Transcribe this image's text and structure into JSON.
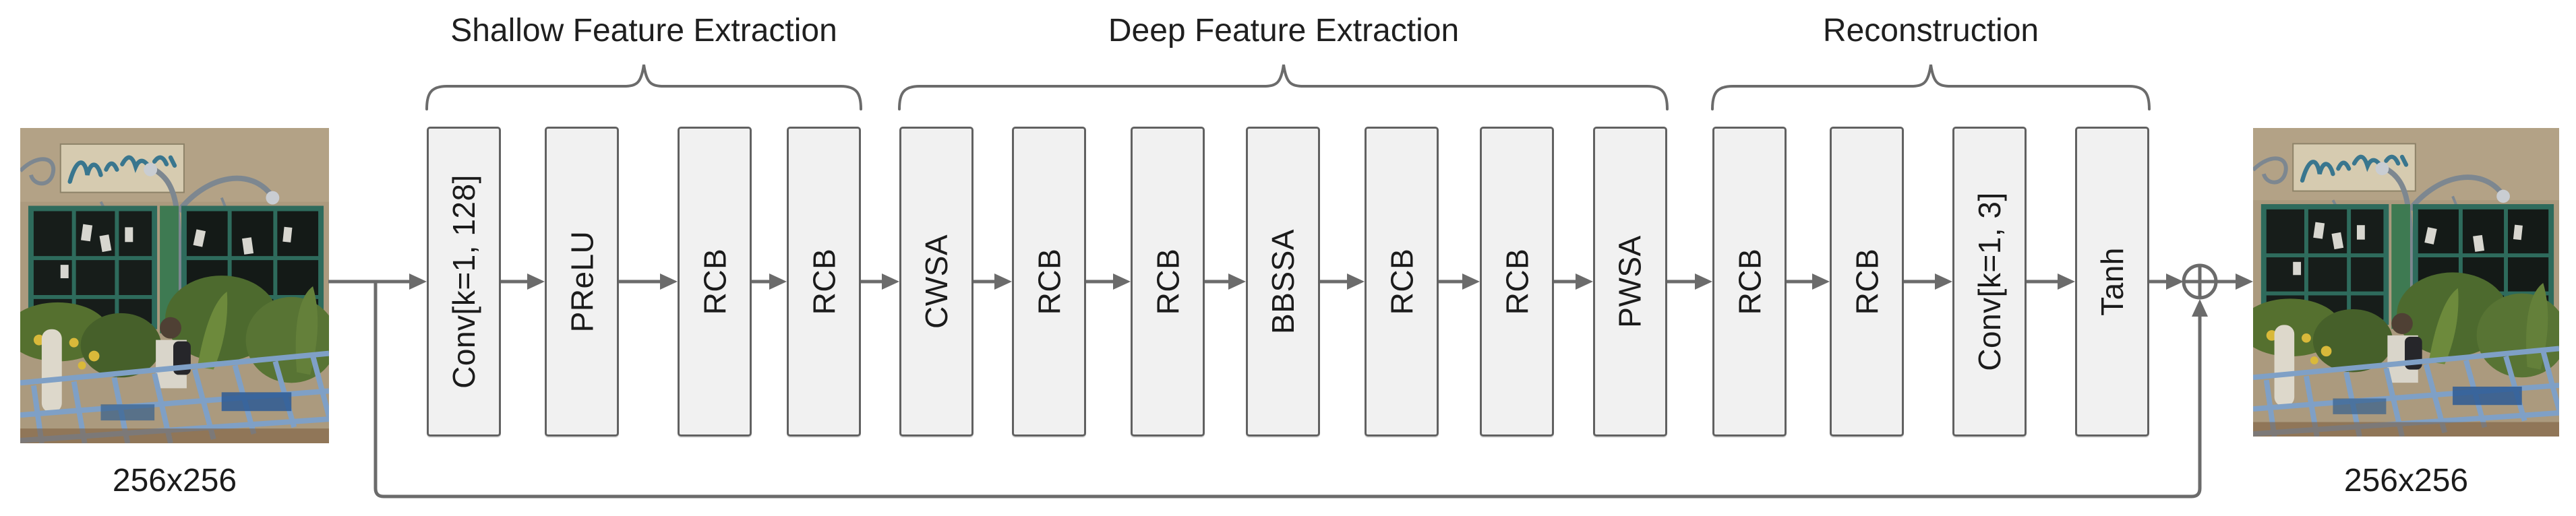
{
  "figure": {
    "type": "neural-network-architecture-diagram",
    "input": {
      "size_label": "256x256"
    },
    "output": {
      "size_label": "256x256"
    },
    "sections": [
      {
        "label": "Shallow Feature Extraction"
      },
      {
        "label": "Deep Feature Extraction"
      },
      {
        "label": "Reconstruction"
      }
    ],
    "blocks": [
      {
        "label": "Conv[k=1, 128]"
      },
      {
        "label": "PReLU"
      },
      {
        "label": "RCB"
      },
      {
        "label": "RCB"
      },
      {
        "label": "CWSA"
      },
      {
        "label": "RCB"
      },
      {
        "label": "RCB"
      },
      {
        "label": "BBSSA"
      },
      {
        "label": "RCB"
      },
      {
        "label": "RCB"
      },
      {
        "label": "PWSA"
      },
      {
        "label": "RCB"
      },
      {
        "label": "RCB"
      },
      {
        "label": "Conv[k=1, 3]"
      },
      {
        "label": "Tanh"
      }
    ],
    "operators": [
      {
        "symbol": "⊕",
        "name": "elementwise-add"
      }
    ],
    "connections": {
      "flow": "left-to-right through all blocks",
      "skip": "global residual from input to elementwise-add before output"
    },
    "colors": {
      "background": "#ffffff",
      "block_fill": "#f1f1f1",
      "block_border": "#616161",
      "connector": "#6b6b6b",
      "text": "#1b1b1b"
    }
  }
}
